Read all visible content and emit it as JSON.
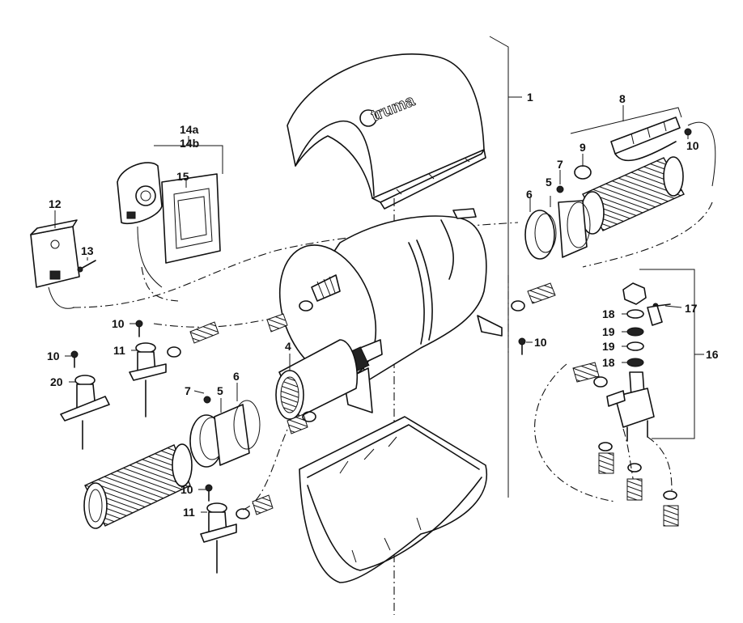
{
  "brand": "truma",
  "callouts": {
    "c1": "1",
    "c4": "4",
    "c5a": "5",
    "c5b": "5",
    "c6a": "6",
    "c6b": "6",
    "c7a": "7",
    "c7b": "7",
    "c8": "8",
    "c9": "9",
    "c10a": "10",
    "c10b": "10",
    "c10c": "10",
    "c10d": "10",
    "c10e": "10",
    "c11a": "11",
    "c11b": "11",
    "c12": "12",
    "c13": "13",
    "c14a": "14a",
    "c14b": "14b",
    "c15": "15",
    "c16": "16",
    "c17": "17",
    "c18a": "18",
    "c18b": "18",
    "c19a": "19",
    "c19b": "19",
    "c20": "20"
  }
}
